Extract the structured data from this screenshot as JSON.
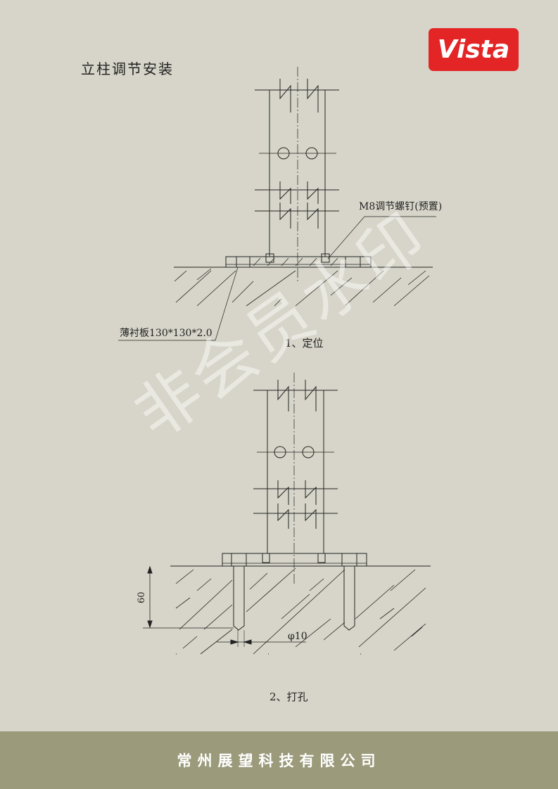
{
  "page": {
    "title": "立柱调节安装"
  },
  "logo": {
    "text": "Vista",
    "color": "#e32526"
  },
  "step1": {
    "caption": "1、定位",
    "label_bolt": "M8调节螺钉(预置)",
    "label_plate": "薄衬板130*130*2.0"
  },
  "step2": {
    "caption": "2、打孔",
    "dim_depth": "60",
    "dim_diameter": "φ10"
  },
  "watermark": "非会员水印",
  "footer": {
    "company": "常州展望科技有限公司"
  }
}
